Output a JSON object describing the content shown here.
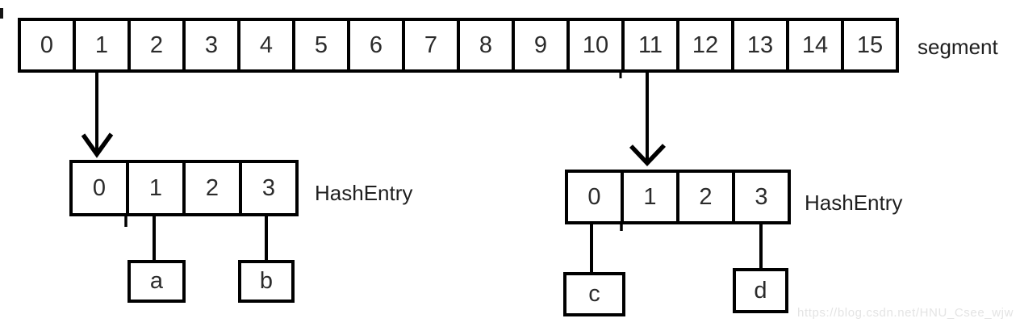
{
  "segment": {
    "label": "segment",
    "cells": [
      "0",
      "1",
      "2",
      "3",
      "4",
      "5",
      "6",
      "7",
      "8",
      "9",
      "10",
      "11",
      "12",
      "13",
      "14",
      "15"
    ]
  },
  "hash_entry_left": {
    "label": "HashEntry",
    "cells": [
      "0",
      "1",
      "2",
      "3"
    ],
    "node_a": "a",
    "node_b": "b"
  },
  "hash_entry_right": {
    "label": "HashEntry",
    "cells": [
      "0",
      "1",
      "2",
      "3"
    ],
    "node_c": "c",
    "node_d": "d"
  },
  "watermark": "https://blog.csdn.net/HNU_Csee_wjw",
  "colors": {
    "stroke": "#000000",
    "text": "#2b2b2b",
    "label_text": "#1f1f1f",
    "watermark": "#e4e4e4",
    "background": "#ffffff"
  }
}
